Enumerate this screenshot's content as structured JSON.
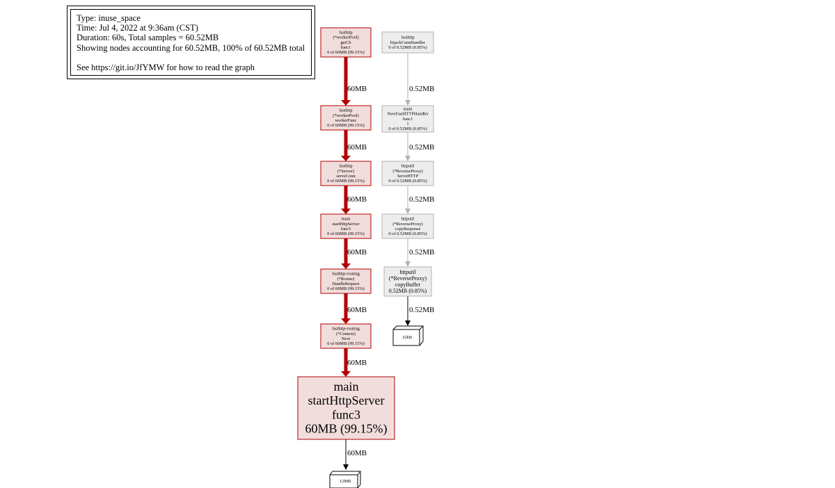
{
  "legend": {
    "type": "Type: inuse_space",
    "time": "Time: Jul 4, 2022 at 9:36am (CST)",
    "duration": "Duration: 60s, Total samples = 60.52MB",
    "showing": "Showing nodes accounting for 60.52MB, 100% of 60.52MB total",
    "help": "See https://git.io/JfYMW for how to read the graph"
  },
  "colors": {
    "hot_fill": "#f2dddd",
    "hot_stroke": "#b20000",
    "hot_edge": "#b20000",
    "cold_fill": "#ededed",
    "cold_stroke": "#b2b2b2",
    "cold_edge": "#b2b2b2"
  },
  "nodes": {
    "n1": {
      "lines": [
        "fasthttp",
        "(*workerPool)",
        "getCh",
        "func1",
        "0 of 60MB (99.15%)"
      ]
    },
    "n2": {
      "lines": [
        "fasthttp",
        "(*workerPool)",
        "workerFunc",
        "0 of 60MB (99.15%)"
      ]
    },
    "n3": {
      "lines": [
        "fasthttp",
        "(*Server)",
        "serveConn",
        "0 of 60MB (99.15%)"
      ]
    },
    "n4": {
      "lines": [
        "main",
        "startHttpServer",
        "func5",
        "0 of 60MB (99.15%)"
      ]
    },
    "n5": {
      "lines": [
        "fasthttp-routing",
        "(*Router)",
        "HandleRequest",
        "0 of 60MB (99.15%)"
      ]
    },
    "n6": {
      "lines": [
        "fasthttp-routing",
        "(*Context)",
        "Next",
        "0 of 60MB (99.15%)"
      ]
    },
    "n7": {
      "lines": [
        "main",
        "startHttpServer",
        "func3",
        "60MB (99.15%)"
      ]
    },
    "n8": {
      "label": "12MB"
    },
    "m1": {
      "lines": [
        "fasthttp",
        "hijackConnHandler",
        "0 of 0.52MB (0.85%)"
      ]
    },
    "m2": {
      "lines": [
        "main",
        "NewFastHTTPHandler",
        "func1",
        "1",
        "0 of 0.52MB (0.85%)"
      ]
    },
    "m3": {
      "lines": [
        "httputil",
        "(*ReverseProxy)",
        "ServeHTTP",
        "0 of 0.52MB (0.85%)"
      ]
    },
    "m4": {
      "lines": [
        "httputil",
        "(*ReverseProxy)",
        "copyResponse",
        "0 of 0.52MB (0.85%)"
      ]
    },
    "m5": {
      "lines": [
        "httputil",
        "(*ReverseProxy)",
        "copyBuffer",
        "0.52MB (0.85%)"
      ]
    },
    "m6": {
      "label": "32kB"
    }
  },
  "edges": {
    "e1": "60MB",
    "e2": "60MB",
    "e3": "60MB",
    "e4": "60MB",
    "e5": "60MB",
    "e6": "60MB",
    "e7": "60MB",
    "f1": "0.52MB",
    "f2": "0.52MB",
    "f3": "0.52MB",
    "f4": "0.52MB",
    "f5": "0.52MB"
  }
}
